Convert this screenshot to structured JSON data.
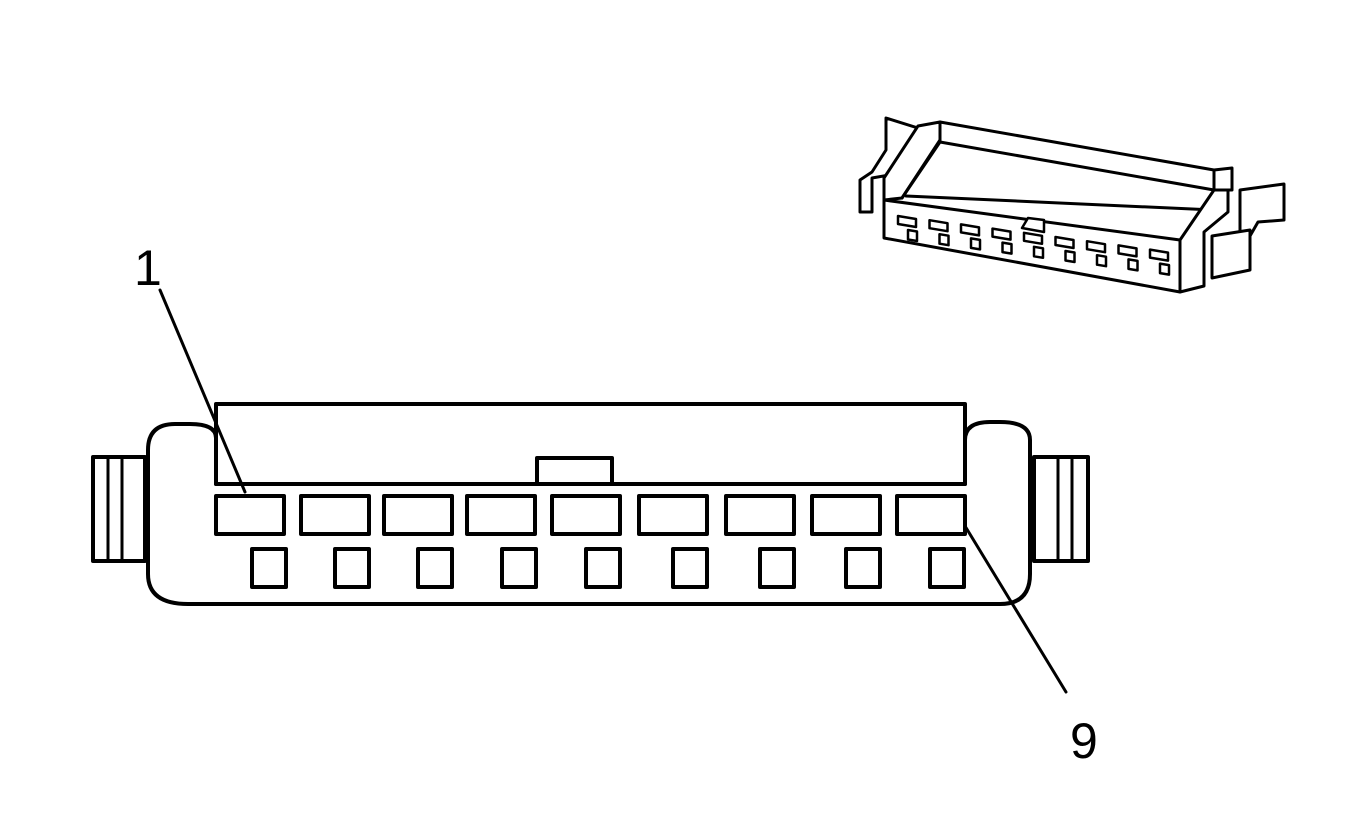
{
  "callouts": {
    "first_pin": "1",
    "last_pin": "9"
  },
  "connector": {
    "cavity_count": 9
  }
}
